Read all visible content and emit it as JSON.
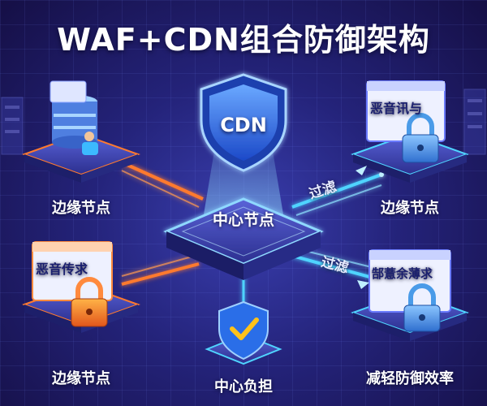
{
  "title": "WAF+CDN组合防御架构",
  "center": {
    "shield_text": "CDN",
    "label": "中心节点"
  },
  "nodes": {
    "top_left": {
      "label": "边缘节点"
    },
    "top_right": {
      "label": "边缘节点",
      "card_text": "恶音讯与"
    },
    "bottom_left": {
      "label": "边缘节点",
      "card_text": "恶音传求"
    },
    "bottom_right": {
      "label": "减轻防御效率",
      "card_text": "郜薏余薄求"
    },
    "bottom_center": {
      "label": "中心负担"
    }
  },
  "flows": {
    "upper": "过滤",
    "lower": "过滤"
  },
  "colors": {
    "background": "#24237a",
    "accent_orange": "#ff7a2e",
    "accent_cyan": "#4fd4ff",
    "shield_blue": "#2a6ee8",
    "lock_blue": "#4a9be8",
    "check_yellow": "#ffc21a"
  }
}
